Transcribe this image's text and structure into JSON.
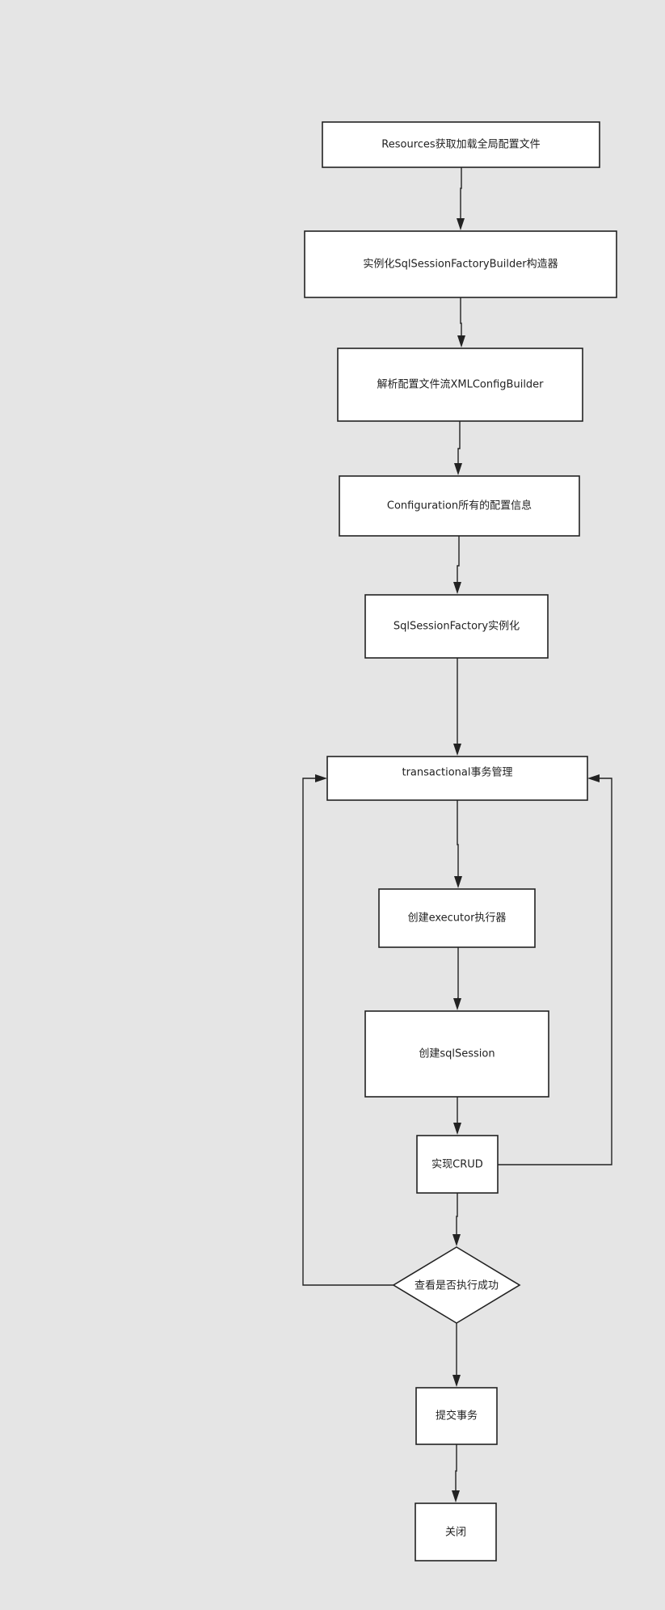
{
  "flowchart": {
    "nodes": {
      "resources": "Resources获取加载全局配置文件",
      "builder": "实例化SqlSessionFactoryBuilder构造器",
      "xml_parse": "解析配置文件流XMLConfigBuilder",
      "configuration": "Configuration所有的配置信息",
      "factory": "SqlSessionFactory实例化",
      "transactional": "transactional事务管理",
      "executor": "创建executor执行器",
      "session": "创建sqlSession",
      "crud": "实现CRUD",
      "check": "查看是否执行成功",
      "commit": "提交事务",
      "close": "关闭"
    }
  }
}
